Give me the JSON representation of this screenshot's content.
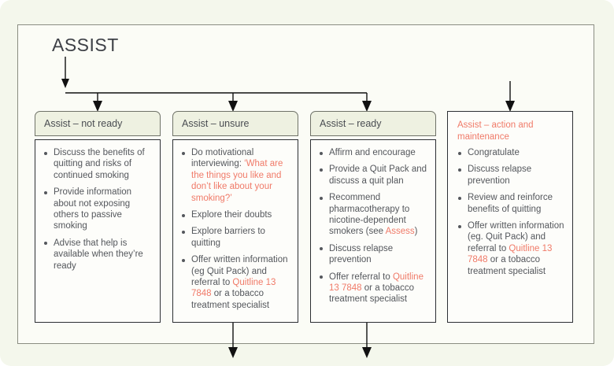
{
  "page": {
    "title": "ASSIST",
    "accent_color": "#f07a68",
    "text_color": "#54575c",
    "header_fill": "#eef1e1",
    "panel_fill": "#fbfcf6",
    "page_fill": "#f4f7ec"
  },
  "columns": [
    {
      "id": "not-ready",
      "header": "Assist – not ready",
      "header_style": "tab",
      "items": [
        [
          {
            "t": "Discuss the benefits of quitting and risks of continued smoking",
            "hl": false
          }
        ],
        [
          {
            "t": "Provide information about not exposing others to passive smoking",
            "hl": false
          }
        ],
        [
          {
            "t": "Advise that help is available when they’re ready",
            "hl": false
          }
        ]
      ]
    },
    {
      "id": "unsure",
      "header": "Assist – unsure",
      "header_style": "tab",
      "items": [
        [
          {
            "t": "Do motivational interviewing: ",
            "hl": false
          },
          {
            "t": "‘What are the things you like and don’t like about your smoking?’",
            "hl": true
          }
        ],
        [
          {
            "t": "Explore their doubts",
            "hl": false
          }
        ],
        [
          {
            "t": "Explore barriers to quitting",
            "hl": false
          }
        ],
        [
          {
            "t": "Offer written information (eg Quit Pack) and referral to ",
            "hl": false
          },
          {
            "t": "Quitline 13 7848",
            "hl": true
          },
          {
            "t": " or a tobacco treatment specialist",
            "hl": false
          }
        ]
      ]
    },
    {
      "id": "ready",
      "header": "Assist – ready",
      "header_style": "tab",
      "items": [
        [
          {
            "t": "Affirm and encourage",
            "hl": false
          }
        ],
        [
          {
            "t": "Provide a Quit Pack and discuss a quit plan",
            "hl": false
          }
        ],
        [
          {
            "t": "Recommend pharmacotherapy to nicotine-dependent smokers (see ",
            "hl": false
          },
          {
            "t": "Assess",
            "hl": true
          },
          {
            "t": ")",
            "hl": false
          }
        ],
        [
          {
            "t": "Discuss relapse prevention",
            "hl": false
          }
        ],
        [
          {
            "t": "Offer referral to ",
            "hl": false
          },
          {
            "t": "Quitline 13 7848",
            "hl": true
          },
          {
            "t": " or a tobacco treatment specialist",
            "hl": false
          }
        ]
      ]
    },
    {
      "id": "action-maintenance",
      "header": "Assist – action and maintenance",
      "header_style": "inline-red",
      "items": [
        [
          {
            "t": "Congratulate",
            "hl": false
          }
        ],
        [
          {
            "t": "Discuss relapse prevention",
            "hl": false
          }
        ],
        [
          {
            "t": "Review and reinforce benefits of quitting",
            "hl": false
          }
        ],
        [
          {
            "t": "Offer written information (eg. Quit Pack) and referral to ",
            "hl": false
          },
          {
            "t": "Quitline 13 7848",
            "hl": true
          },
          {
            "t": " or a tobacco treatment specialist",
            "hl": false
          }
        ]
      ]
    }
  ],
  "connectors": {
    "top_stem": "arrow-down-from-title",
    "bus": "horizontal-distribution-bus",
    "branch_arrows": 4,
    "bottom_arrows": 2
  }
}
